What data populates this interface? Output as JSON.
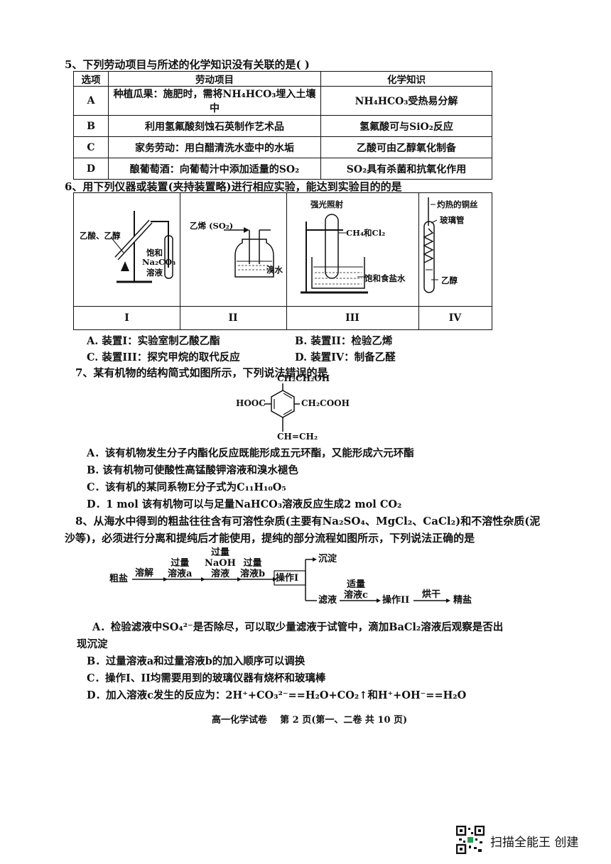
{
  "q5": {
    "stem": "5、下列劳动项目与所述的化学知识没有关联的是(      )",
    "headers": [
      "选项",
      "劳动项目",
      "化学知识"
    ],
    "rows": [
      {
        "opt": "A",
        "project": "种植瓜果：施肥时，需将NH₄HCO₃埋入土壤中",
        "knowledge": "NH₄HCO₃受热易分解"
      },
      {
        "opt": "B",
        "project": "利用氢氟酸刻蚀石英制作艺术品",
        "knowledge": "氢氟酸可与SiO₂反应"
      },
      {
        "opt": "C",
        "project": "家务劳动：用白醋清洗水壶中的水垢",
        "knowledge": "乙酸可由乙醇氧化制备"
      },
      {
        "opt": "D",
        "project": "酿葡萄酒：向葡萄汁中添加适量的SO₂",
        "knowledge": "SO₂具有杀菌和抗氧化作用"
      }
    ]
  },
  "q6": {
    "stem": "6、用下列仪器或装置(夹持装置略)进行相应实验，能达到实验目的的是",
    "app1": {
      "label": "I",
      "reagent": "乙酸、乙醇",
      "sat1": "饱和",
      "sat2": "Na₂CO₃",
      "sat3": "溶液"
    },
    "app2": {
      "label": "II",
      "gas": "乙烯 (SO₂)",
      "liquid": "溴水"
    },
    "app3": {
      "label": "III",
      "light": "强光照射",
      "gas": "CH₄和Cl₂",
      "liquid": "饱和食盐水"
    },
    "app4": {
      "label": "IV",
      "wire": "灼热的铜丝",
      "tube": "玻璃管",
      "liquid": "乙醇"
    },
    "options": {
      "A": "A. 装置I：实验室制乙酸乙酯",
      "B": "B. 装置II：检验乙烯",
      "C": "C. 装置III：探究甲烷的取代反应",
      "D": "D. 装置IV：制备乙醛"
    }
  },
  "q7": {
    "stem": "7、某有机物的结构简式如图所示，下列说法错误的是",
    "struct": {
      "top": "CH₂CH₂OH",
      "left": "HOOC",
      "right": "CH₂COOH",
      "bottom": "CH=CH₂"
    },
    "options": {
      "A": "A．该有机物发生分子内酯化反应既能形成五元环酯，又能形成六元环酯",
      "B": "B. 该有机物可使酸性高锰酸钾溶液和溴水褪色",
      "C": "C．该有机的某同系物E分子式为C₁₁H₁₀O₅",
      "D": "D．1 mol 该有机物可以与足量NaHCO₃溶液反应生成2 mol CO₂"
    }
  },
  "q8": {
    "stem1": "8、从海水中得到的粗盐往往含有可溶性杂质(主要有Na₂SO₄、MgCl₂、CaCl₂)和不溶性杂质(泥",
    "stem2": "沙等)，必须进行分离和提纯后才能使用，提纯的部分流程如图所示，下列说法正确的是",
    "flow": {
      "start": "粗盐",
      "s1": "溶解",
      "s2a": "过量",
      "s2b": "溶液a",
      "s3a": "过量",
      "s3b": "NaOH",
      "s3c": "溶液",
      "s4a": "过量",
      "s4b": "溶液b",
      "op1": "操作I",
      "precip": "沉淀",
      "filtrate": "滤液",
      "s5a": "适量",
      "s5b": "溶液c",
      "op2": "操作II",
      "dry": "烘干",
      "end": "精盐"
    },
    "options": {
      "A1": "A．检验滤液中SO₄²⁻是否除尽，可以取少量滤液于试管中，滴加BaCl₂溶液后观察是否出",
      "A2": "现沉淀",
      "B": "B．过量溶液a和过量溶液b的加入顺序可以调换",
      "C": "C．操作I、II均需要用到的玻璃仪器有烧杯和玻璃棒",
      "D": "D．加入溶液c发生的反应为：2H⁺+CO₃²⁻==H₂O+CO₂↑和H⁺+OH⁻==H₂O"
    }
  },
  "footer": "高一化学试卷    第 2 页(第一、二卷 共 10 页)",
  "brand": "扫描全能王 创建"
}
